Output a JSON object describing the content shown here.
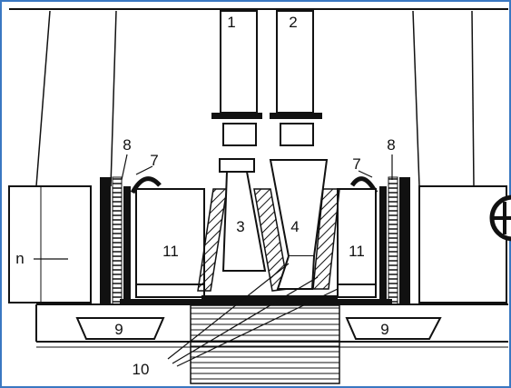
{
  "figure": {
    "labels": {
      "shaft_1": "1",
      "shaft_2": "2",
      "part_3": "3",
      "part_4": "4",
      "left_7": "7",
      "right_7": "7",
      "left_8": "8",
      "right_8": "8",
      "left_9": "9",
      "right_9": "9",
      "part_10": "10",
      "left_11": "11",
      "right_11": "11",
      "n": "n"
    },
    "colors": {
      "frame_border": "#3a78c2",
      "ink": "#111111",
      "paper": "#ffffff"
    }
  }
}
